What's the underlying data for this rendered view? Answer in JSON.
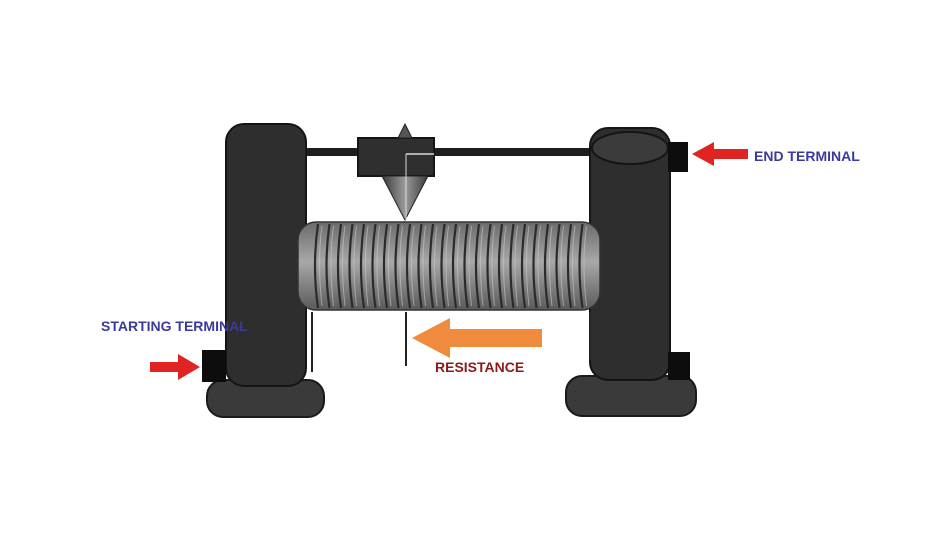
{
  "labels": {
    "end_terminal": "END TERMINAL",
    "starting_terminal": "STARTING TERMINAL",
    "resistance": "RESISTANCE"
  },
  "colors": {
    "label_blue": "#3a3a9c",
    "label_red": "#8b1a1a",
    "arrow_red": "#e02424",
    "arrow_orange": "#f08a3c",
    "post_dark": "#2a2a2a",
    "coil_gray": "#8a8a8a"
  },
  "icons": [
    "red-arrow-icon",
    "orange-arrow-icon"
  ]
}
